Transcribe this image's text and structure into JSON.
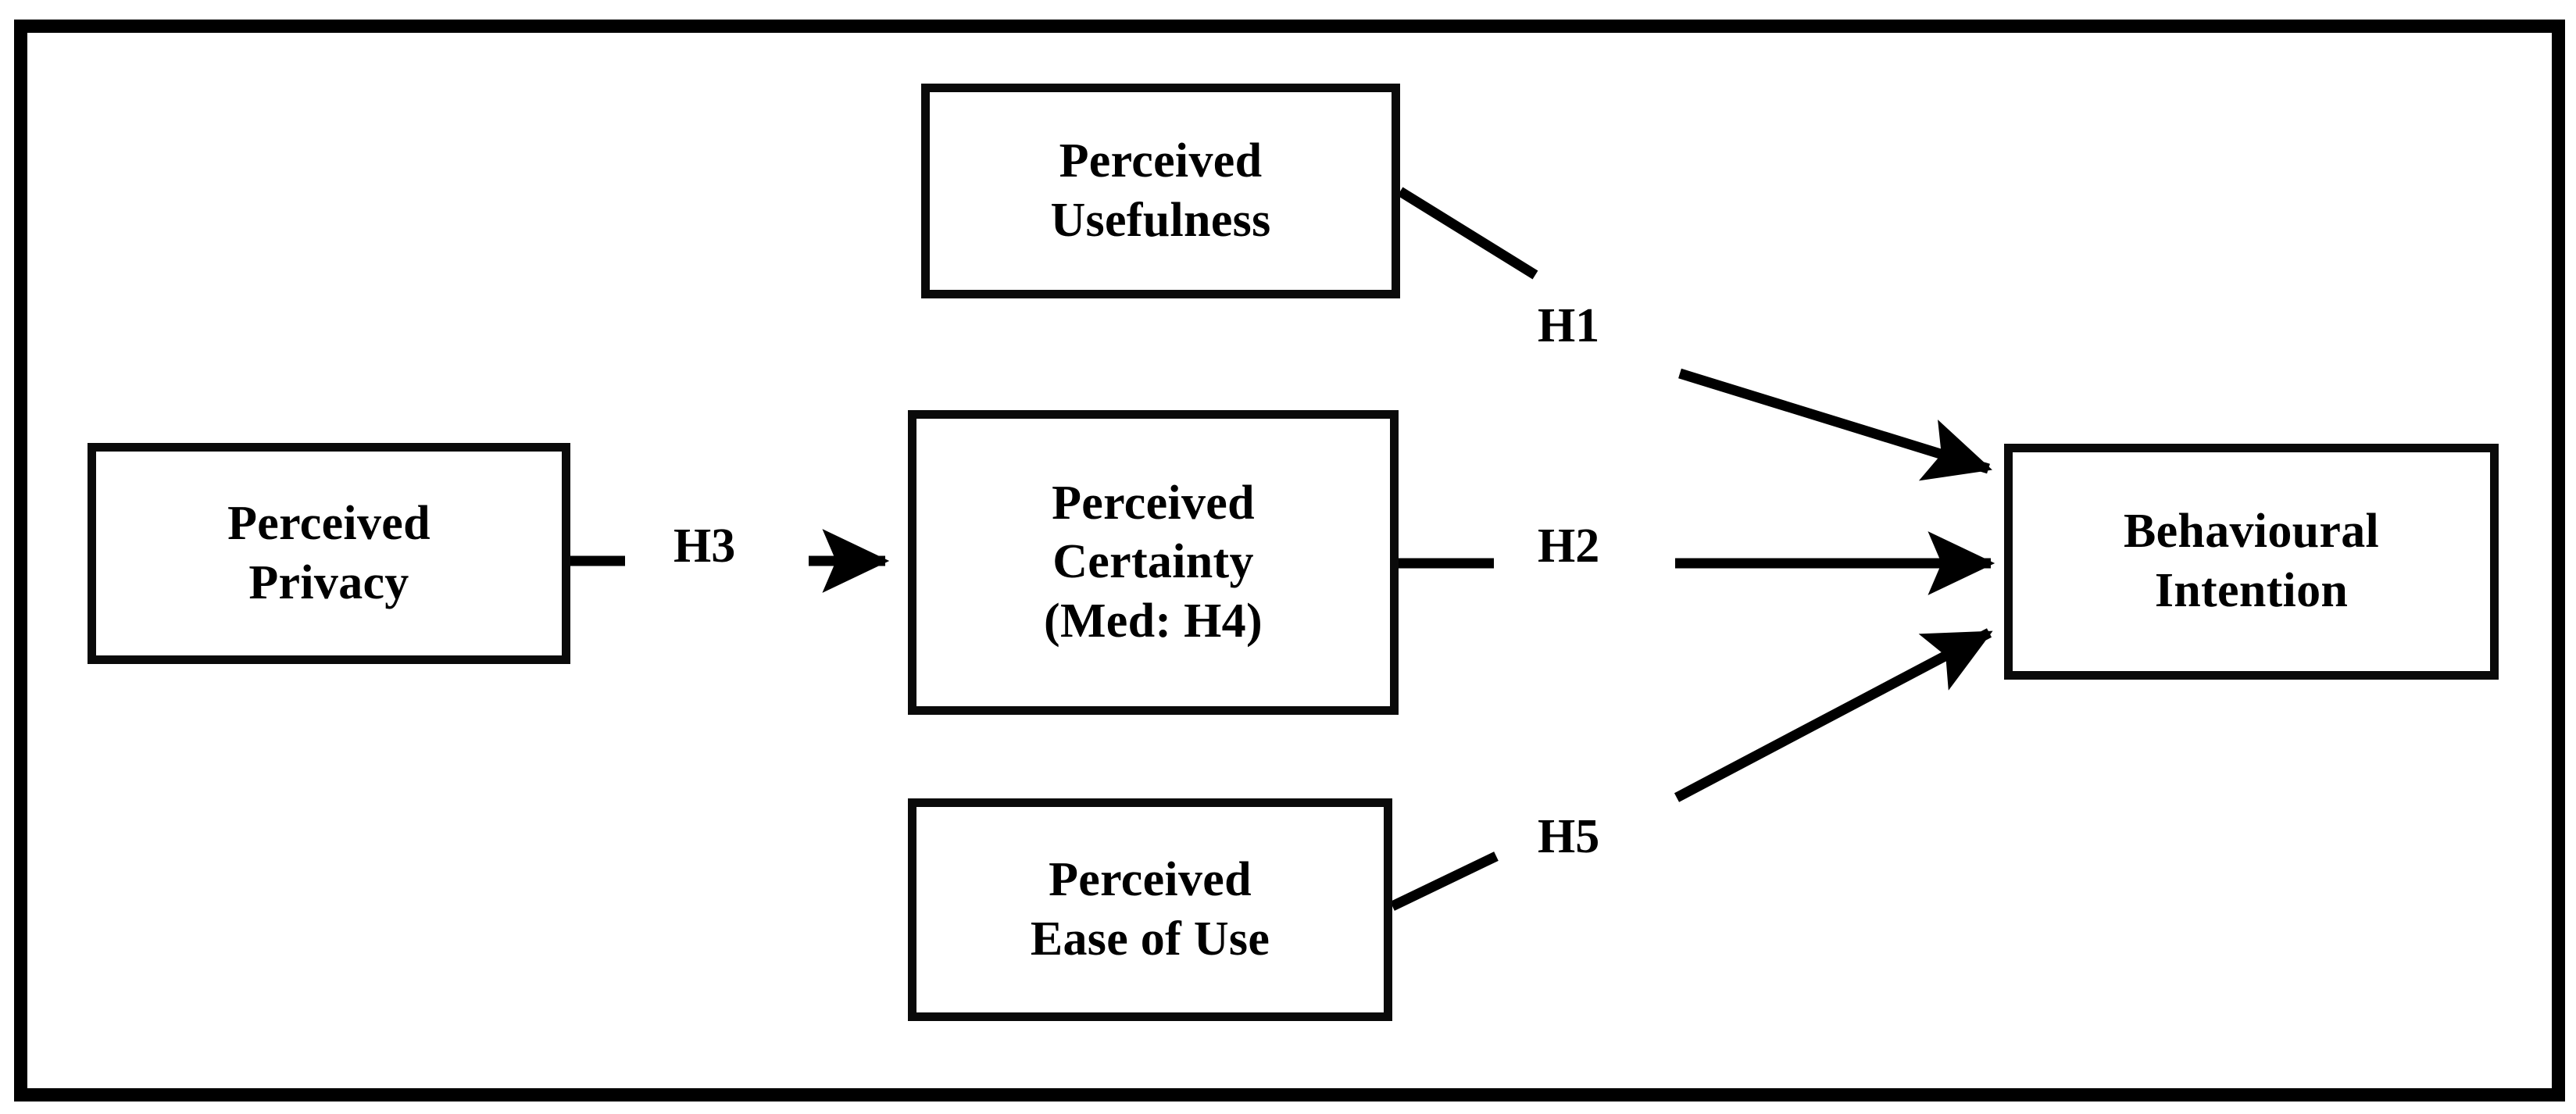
{
  "figure": {
    "type": "conceptual-research-model",
    "border_color": "#000000",
    "background_color": "#ffffff",
    "line_color": "#000000"
  },
  "nodes": [
    {
      "id": "perceived-usefulness",
      "lines": [
        "Perceived",
        "Usefulness"
      ]
    },
    {
      "id": "perceived-privacy",
      "lines": [
        "Perceived",
        "Privacy"
      ]
    },
    {
      "id": "perceived-certainty",
      "lines": [
        "Perceived",
        "Certainty",
        "(Med: H4)"
      ]
    },
    {
      "id": "perceived-ease-of-use",
      "lines": [
        "Perceived",
        "Ease of Use"
      ]
    },
    {
      "id": "behavioural-intention",
      "lines": [
        "Behavioural",
        "Intention"
      ]
    }
  ],
  "labels": {
    "h1": "H1",
    "h2": "H2",
    "h3": "H3",
    "h5": "H5"
  },
  "links": [
    {
      "id": "h1",
      "label": "H1",
      "from": "perceived-usefulness",
      "to": "behavioural-intention",
      "arrow": true
    },
    {
      "id": "h2",
      "label": "H2",
      "from": "perceived-certainty",
      "to": "behavioural-intention",
      "arrow": true
    },
    {
      "id": "h3",
      "label": "H3",
      "from": "perceived-privacy",
      "to": "perceived-certainty",
      "arrow": true
    },
    {
      "id": "h4",
      "label": "(Med: H4)",
      "from": "perceived-privacy",
      "to": "behavioural-intention",
      "arrow": false,
      "note": "mediation noted inside the Perceived Certainty box"
    },
    {
      "id": "h5",
      "label": "H5",
      "from": "perceived-ease-of-use",
      "to": "behavioural-intention",
      "arrow": true
    }
  ]
}
